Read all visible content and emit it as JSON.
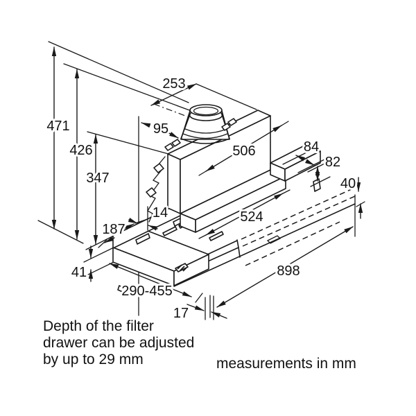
{
  "drawing": {
    "units_label": "measurements in mm",
    "dims": {
      "d471": "471",
      "d426": "426",
      "d347": "347",
      "d253": "253",
      "d95": "95",
      "d506": "506",
      "d84": "84",
      "d82": "82",
      "d40": "40",
      "d14": "14",
      "d187": "187",
      "d524": "524",
      "d41": "41",
      "d290_455": "290-455",
      "d17": "17",
      "d898": "898"
    },
    "notes": {
      "filter_line1": "Depth of the filter",
      "filter_line2": "drawer can be adjusted",
      "filter_line3": "by up to 29 mm",
      "units": "measurements in mm"
    }
  }
}
